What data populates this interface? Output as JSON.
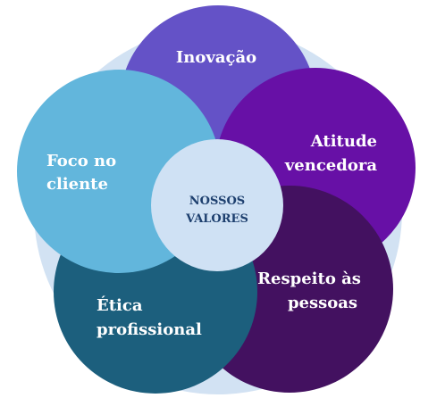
{
  "center": {
    "line1": "NOSSOS",
    "line2": "VALORES"
  },
  "values": {
    "inovacao": "Inovação",
    "atitude_line1": "Atitude",
    "atitude_line2": "vencedora",
    "respeito_line1": "Respeito às",
    "respeito_line2": "pessoas",
    "etica_line1": "Ética",
    "etica_line2": "profissional",
    "foco_line1": "Foco no",
    "foco_line2": "cliente"
  },
  "colors": {
    "background_disc": "#d2e2f3",
    "inovacao": "#6452c7",
    "atitude": "#6710a6",
    "respeito": "#431160",
    "etica": "#1c5f7d",
    "foco": "#62b6dc",
    "center": "#cfe1f4",
    "center_text": "#1d3f6e"
  }
}
